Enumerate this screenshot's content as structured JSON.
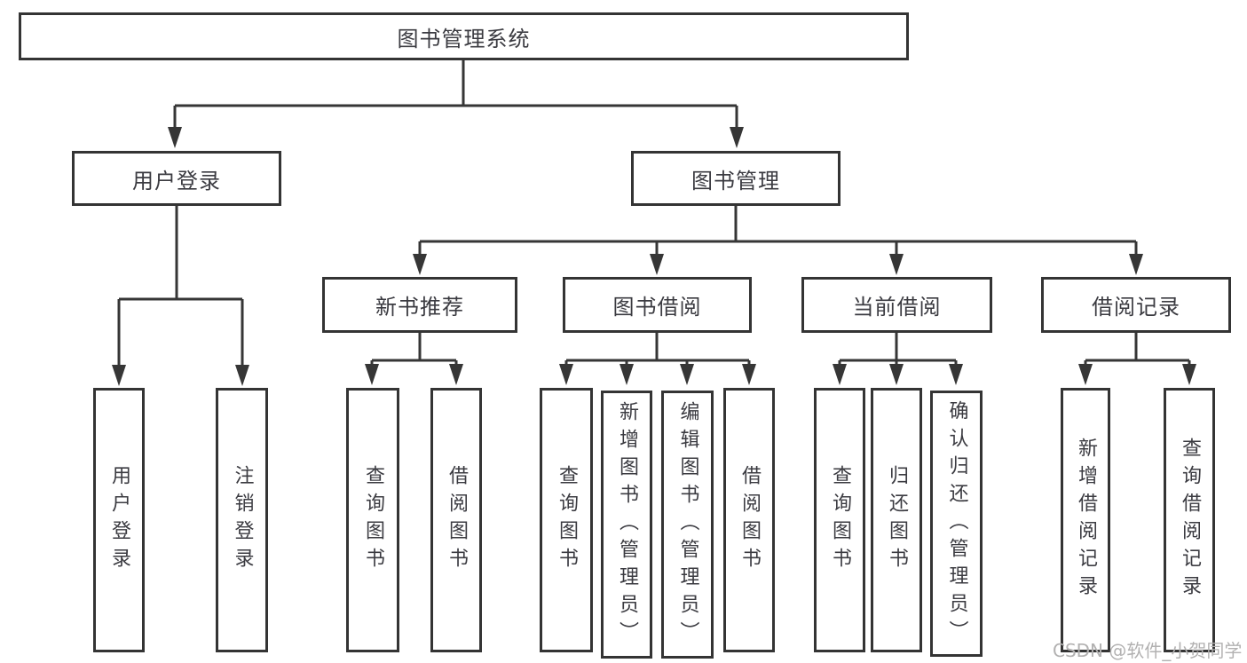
{
  "tree": {
    "label": "图书管理系统",
    "children": [
      {
        "label": "用户登录",
        "children": [
          {
            "label": "用户登录"
          },
          {
            "label": "注销登录"
          }
        ]
      },
      {
        "label": "图书管理",
        "children": [
          {
            "label": "新书推荐",
            "children": [
              {
                "label": "查询图书"
              },
              {
                "label": "借阅图书"
              }
            ]
          },
          {
            "label": "图书借阅",
            "children": [
              {
                "label": "查询图书"
              },
              {
                "label": "新增图书（管理员）"
              },
              {
                "label": "编辑图书（管理员）"
              },
              {
                "label": "借阅图书"
              }
            ]
          },
          {
            "label": "当前借阅",
            "children": [
              {
                "label": "查询图书"
              },
              {
                "label": "归还图书"
              },
              {
                "label": "确认归还（管理员）"
              }
            ]
          },
          {
            "label": "借阅记录",
            "children": [
              {
                "label": "新增借阅记录"
              },
              {
                "label": "查询借阅记录"
              }
            ]
          }
        ]
      }
    ]
  },
  "watermark": "CSDN @软件_小贺同学",
  "colors": {
    "line": "#363636",
    "box_border": "#343434",
    "text": "#3b3b41",
    "watermark": "#b2b1b1",
    "background": "#ffffff"
  }
}
